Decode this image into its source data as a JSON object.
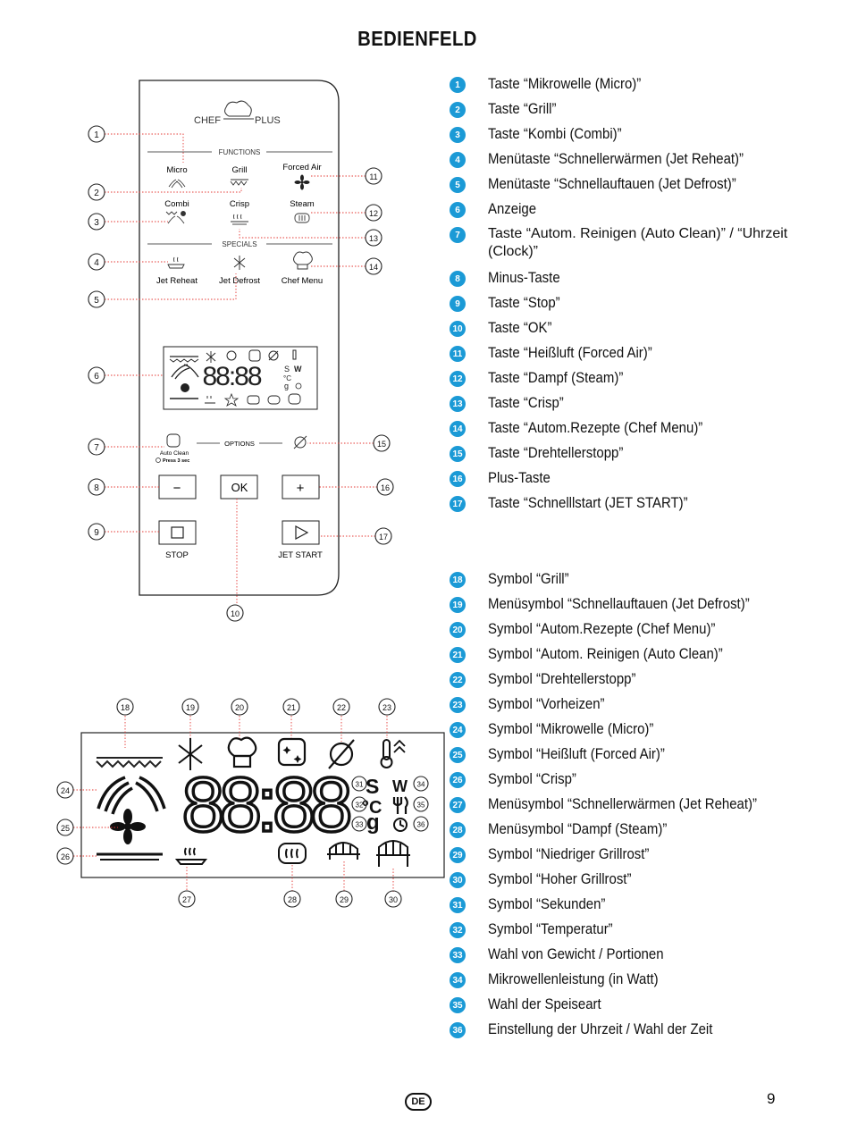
{
  "title": "BEDIENFELD",
  "panel": {
    "brand_left": "CHEF",
    "brand_right": "PLUS",
    "functions_label": "FUNCTIONS",
    "specials_label": "SPECIALS",
    "options_label": "OPTIONS",
    "btn_micro": "Micro",
    "btn_grill": "Grill",
    "btn_forced_air": "Forced Air",
    "btn_combi": "Combi",
    "btn_crisp": "Crisp",
    "btn_steam": "Steam",
    "btn_jet_reheat": "Jet Reheat",
    "btn_jet_defrost": "Jet Defrost",
    "btn_chef_menu": "Chef Menu",
    "auto_clean": "Auto Clean",
    "press_3_sec": "Press 3 sec",
    "minus": "−",
    "ok": "OK",
    "plus": "+",
    "stop": "STOP",
    "jet_start": "JET START",
    "display_digits": "88:88",
    "callouts": [
      "1",
      "2",
      "3",
      "4",
      "5",
      "6",
      "7",
      "8",
      "9",
      "10",
      "11",
      "12",
      "13",
      "14",
      "15",
      "16",
      "17"
    ]
  },
  "display": {
    "digits": "88:88",
    "unit_s": "S",
    "unit_c": "°C",
    "unit_g": "g",
    "unit_w": "W",
    "callouts": [
      "18",
      "19",
      "20",
      "21",
      "22",
      "23",
      "24",
      "25",
      "26",
      "27",
      "28",
      "29",
      "30",
      "31",
      "32",
      "33",
      "34",
      "35",
      "36"
    ]
  },
  "legend_top": [
    {
      "num": "1",
      "text": "Taste “Mikrowelle (Micro)”"
    },
    {
      "num": "2",
      "text": "Taste “Grill”"
    },
    {
      "num": "3",
      "text": "Taste “Kombi (Combi)”"
    },
    {
      "num": "4",
      "text": "Menütaste “Schnellerwärmen (Jet Reheat)”"
    },
    {
      "num": "5",
      "text": "Menütaste “Schnellauftauen (Jet Defrost)”"
    },
    {
      "num": "6",
      "text": "Anzeige"
    },
    {
      "num": "7",
      "text": "Taste “Autom. Reinigen (Auto Clean)” / “Uhrzeit (Clock)”"
    },
    {
      "num": "8",
      "text": "Minus-Taste"
    },
    {
      "num": "9",
      "text": "Taste “Stop”"
    },
    {
      "num": "10",
      "text": "Taste “OK”"
    },
    {
      "num": "11",
      "text": "Taste “Heißluft (Forced Air)”"
    },
    {
      "num": "12",
      "text": "Taste “Dampf (Steam)”"
    },
    {
      "num": "13",
      "text": "Taste “Crisp”"
    },
    {
      "num": "14",
      "text": "Taste “Autom.Rezepte (Chef Menu)”"
    },
    {
      "num": "15",
      "text": "Taste “Drehtellerstopp”"
    },
    {
      "num": "16",
      "text": "Plus-Taste"
    },
    {
      "num": "17",
      "text": "Taste “Schnelllstart (JET START)”"
    }
  ],
  "legend_bottom": [
    {
      "num": "18",
      "text": "Symbol “Grill”"
    },
    {
      "num": "19",
      "text": "Menüsymbol “Schnellauftauen (Jet Defrost)”"
    },
    {
      "num": "20",
      "text": "Symbol “Autom.Rezepte (Chef Menu)”"
    },
    {
      "num": "21",
      "text": "Symbol “Autom. Reinigen (Auto Clean)”"
    },
    {
      "num": "22",
      "text": "Symbol “Drehtellerstopp”"
    },
    {
      "num": "23",
      "text": "Symbol “Vorheizen”"
    },
    {
      "num": "24",
      "text": "Symbol “Mikrowelle (Micro)”"
    },
    {
      "num": "25",
      "text": "Symbol “Heißluft (Forced Air)”"
    },
    {
      "num": "26",
      "text": "Symbol “Crisp”"
    },
    {
      "num": "27",
      "text": "Menüsymbol “Schnellerwärmen (Jet Reheat)”"
    },
    {
      "num": "28",
      "text": "Menüsymbol “Dampf (Steam)”"
    },
    {
      "num": "29",
      "text": "Symbol “Niedriger Grillrost”"
    },
    {
      "num": "30",
      "text": "Symbol “Hoher Grillrost”"
    },
    {
      "num": "31",
      "text": "Symbol “Sekunden”"
    },
    {
      "num": "32",
      "text": "Symbol “Temperatur”"
    },
    {
      "num": "33",
      "text": "Wahl von Gewicht / Portionen"
    },
    {
      "num": "34",
      "text": "Mikrowellenleistung (in Watt)"
    },
    {
      "num": "35",
      "text": "Wahl der Speiseart"
    },
    {
      "num": "36",
      "text": "Einstellung der Uhrzeit / Wahl der Zeit"
    }
  ],
  "footer": {
    "lang": "DE",
    "page": "9"
  },
  "colors": {
    "accent": "#1b9ad6",
    "leader": "#e53935"
  }
}
